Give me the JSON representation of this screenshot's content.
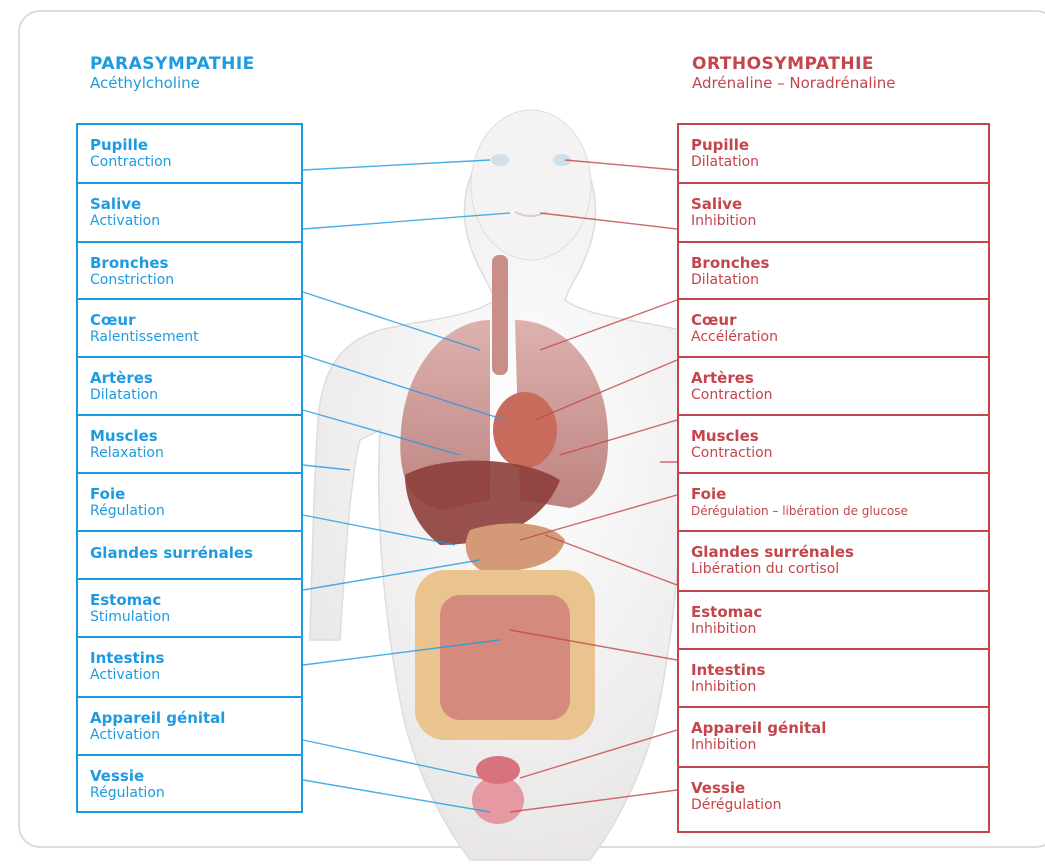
{
  "left": {
    "title": "PARASYMPATHIE",
    "subtitle": "Acéthylcholine",
    "items": [
      {
        "organ": "Pupille",
        "effect": "Contraction"
      },
      {
        "organ": "Salive",
        "effect": "Activation"
      },
      {
        "organ": "Bronches",
        "effect": "Constriction"
      },
      {
        "organ": "Cœur",
        "effect": "Ralentissement"
      },
      {
        "organ": "Artères",
        "effect": "Dilatation"
      },
      {
        "organ": "Muscles",
        "effect": "Relaxation"
      },
      {
        "organ": "Foie",
        "effect": "Régulation"
      },
      {
        "organ": "Glandes surrénales",
        "effect": ""
      },
      {
        "organ": "Estomac",
        "effect": "Stimulation"
      },
      {
        "organ": "Intestins",
        "effect": "Activation"
      },
      {
        "organ": "Appareil génital",
        "effect": "Activation"
      },
      {
        "organ": "Vessie",
        "effect": "Régulation"
      }
    ]
  },
  "right": {
    "title": "ORTHOSYMPATHIE",
    "subtitle": "Adrénaline – Noradrénaline",
    "items": [
      {
        "organ": "Pupille",
        "effect": "Dilatation"
      },
      {
        "organ": "Salive",
        "effect": "Inhibition"
      },
      {
        "organ": "Bronches",
        "effect": "Dilatation"
      },
      {
        "organ": "Cœur",
        "effect": "Accélération"
      },
      {
        "organ": "Artères",
        "effect": "Contraction"
      },
      {
        "organ": "Muscles",
        "effect": "Contraction"
      },
      {
        "organ": "Foie",
        "effect": "Dérégulation – libération de glucose"
      },
      {
        "organ": "Glandes surrénales",
        "effect": "Libération du cortisol"
      },
      {
        "organ": "Estomac",
        "effect": "Inhibition"
      },
      {
        "organ": "Intestins",
        "effect": "Inhibition"
      },
      {
        "organ": "Appareil génital",
        "effect": "Inhibition"
      },
      {
        "organ": "Vessie",
        "effect": "Dérégulation"
      }
    ]
  },
  "colors": {
    "parasympathetic": "#1e9be0",
    "orthosympathetic": "#c4454b"
  }
}
